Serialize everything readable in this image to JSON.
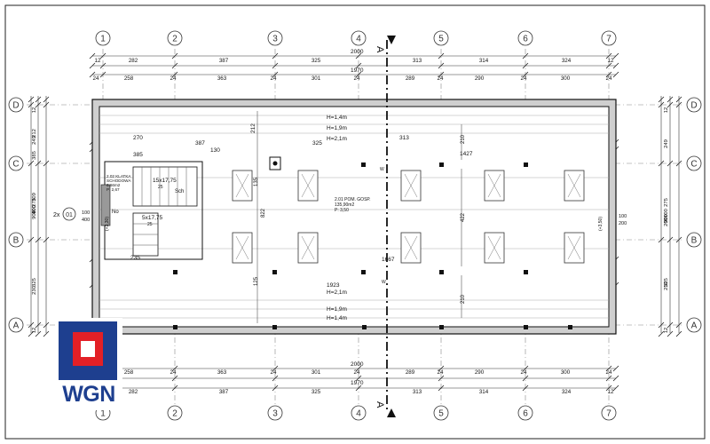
{
  "logo": {
    "text": "WGN",
    "colors": {
      "blue": "#1e3f8f",
      "red": "#e32026"
    }
  },
  "section_marker": "A",
  "axes": {
    "columns": [
      "1",
      "2",
      "3",
      "4",
      "5",
      "6",
      "7"
    ],
    "rows": [
      "D",
      "C",
      "B",
      "A"
    ],
    "side_axis_label": "01"
  },
  "dimensions": {
    "top_row1": [
      "12",
      "282",
      "387",
      "325",
      "313",
      "314",
      "324",
      "12"
    ],
    "top_total_2000": "2000",
    "top_total_1970": "1970",
    "top_row2": [
      "24",
      "258",
      "24",
      "363",
      "24",
      "301",
      "24",
      "289",
      "24",
      "290",
      "24",
      "300",
      "24"
    ],
    "interior_row1": [
      "270",
      "313",
      "1427"
    ],
    "interior_row2": [
      "385",
      "387",
      "325"
    ],
    "interior_130": "130",
    "interior_212": "212",
    "dim_1667": "1667",
    "dim_1923": "1923",
    "dim_235": "235",
    "vertical_inner": [
      "822",
      "135",
      "125",
      "210",
      "422"
    ],
    "bottom_row1": [
      "24",
      "258",
      "24",
      "363",
      "24",
      "301",
      "24",
      "289",
      "24",
      "290",
      "24",
      "300",
      "24"
    ],
    "bottom_total_2000": "2000",
    "bottom_total_1970": "1970",
    "bottom_row2": [
      "12",
      "282",
      "387",
      "325",
      "313",
      "314",
      "324",
      "12"
    ],
    "left_side": [
      "12",
      "212",
      "249",
      "385",
      "309",
      "275",
      "900",
      "100",
      "400",
      "325",
      "230",
      "12"
    ],
    "right_side": [
      "12",
      "249",
      "275",
      "100",
      "200",
      "900",
      "250",
      "325",
      "12"
    ]
  },
  "heights": [
    "H=1,4m",
    "H=1,9m",
    "H=2,1m",
    "H=2,1m",
    "H=1,9m",
    "H=1,4m"
  ],
  "rooms": {
    "room_202": [
      "2.02 KLATKA",
      "SCHODOWA",
      "6,66m2",
      "P: 2,67"
    ],
    "room_201": [
      "2.01 POM. GOSP.",
      "135,90m2",
      "P: 3,50"
    ],
    "stairs_upper": "15x17,75",
    "stairs_upper_sub": "25",
    "stairs_lower": "5x17,75",
    "stairs_lower_sub": "25",
    "sch": "Sch",
    "no": "No",
    "wentylacja": "W",
    "level_left": "(+3,30)",
    "level_right": "(+3,50)",
    "side_mark": "2x",
    "opening_left": [
      "100",
      "400"
    ],
    "opening_right": [
      "100",
      "200"
    ]
  }
}
